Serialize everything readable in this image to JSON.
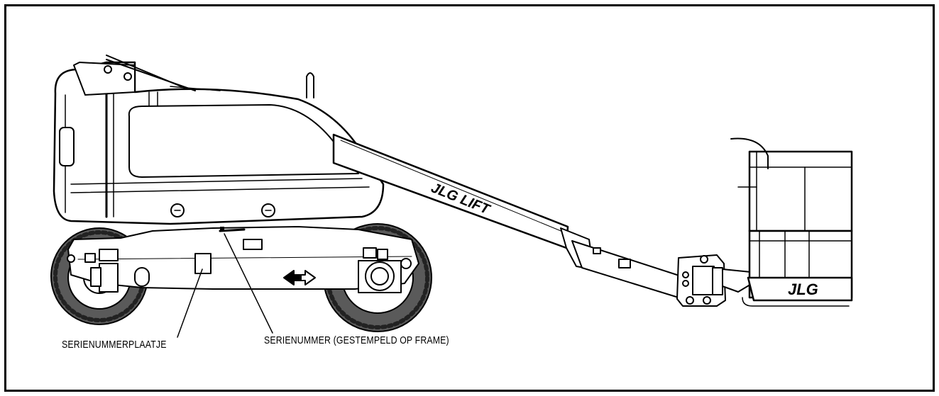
{
  "labels": {
    "serial_plate": "SERIENUMMERPLAATJE",
    "serial_number": "SERIENUMMER (GESTEMPELD OP FRAME)"
  },
  "decals": {
    "boom_brand": "JLG LIFT",
    "platform_brand": "JLG"
  },
  "colors": {
    "line": "#000000",
    "body_fill": "#ffffff",
    "tire_fill": "#4a4a4a"
  }
}
